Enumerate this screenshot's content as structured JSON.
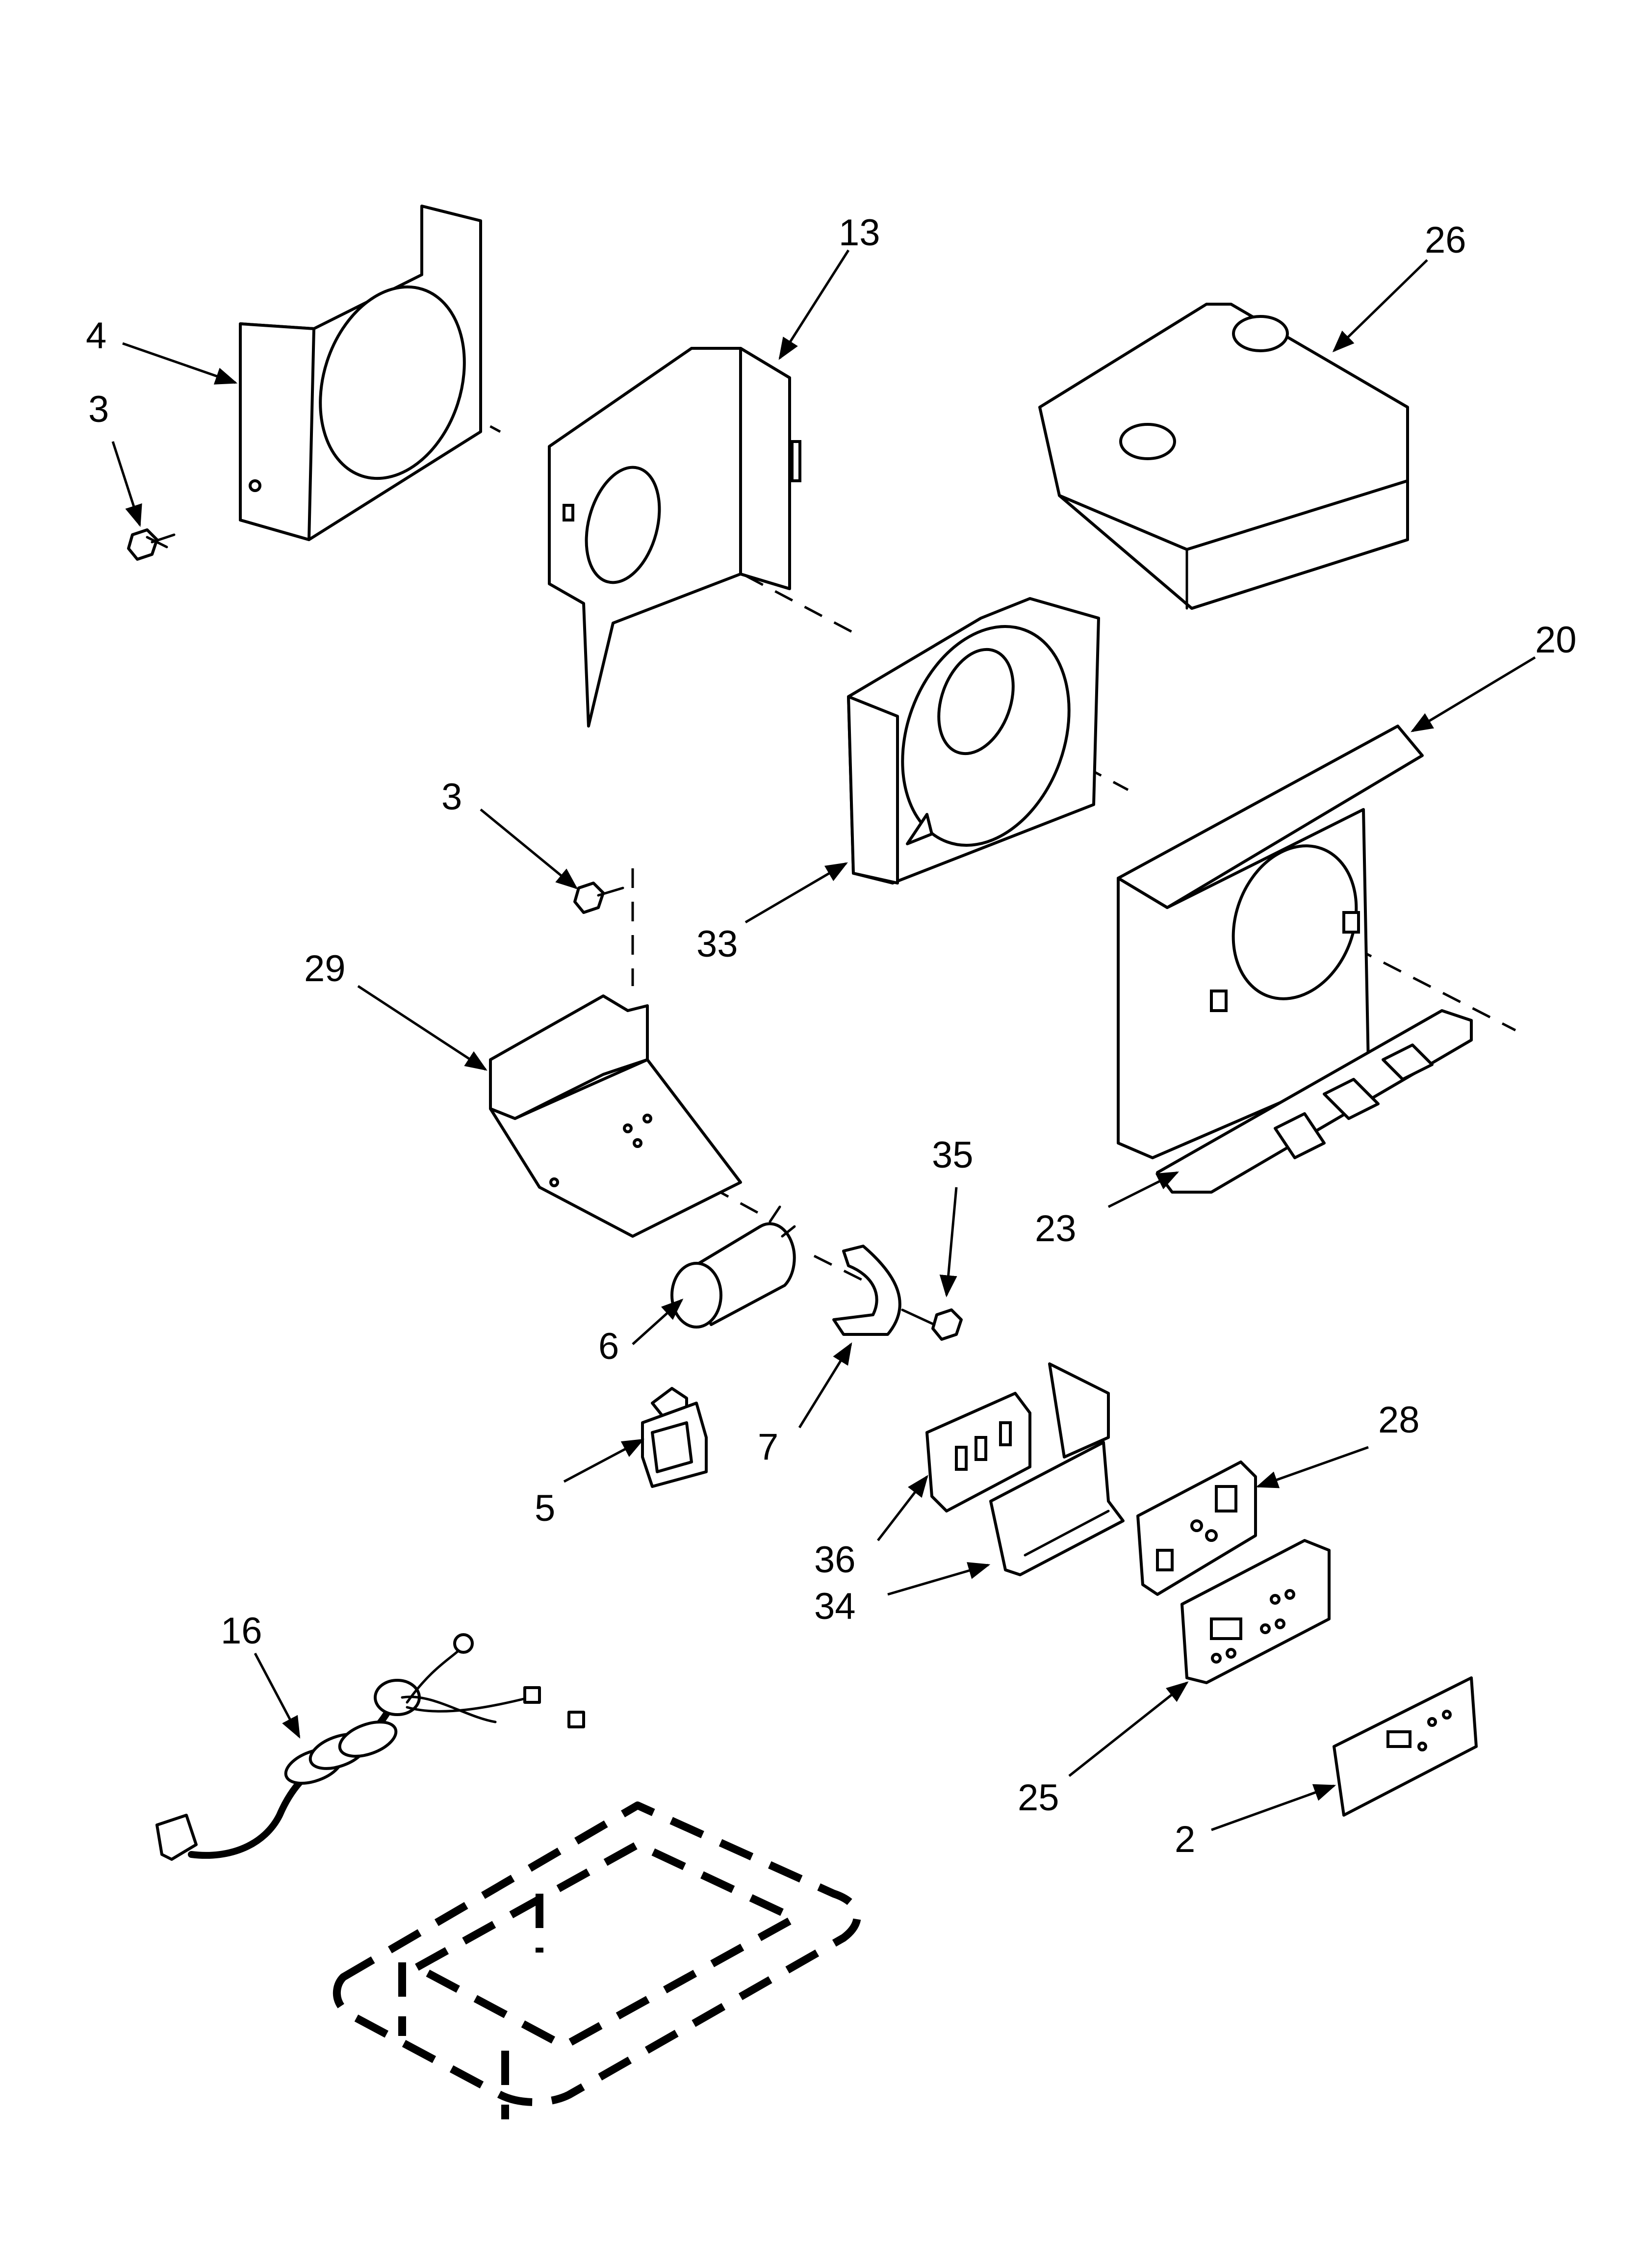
{
  "callouts": [
    {
      "id": "4",
      "label": "4"
    },
    {
      "id": "3a",
      "label": "3"
    },
    {
      "id": "13",
      "label": "13"
    },
    {
      "id": "26",
      "label": "26"
    },
    {
      "id": "20",
      "label": "20"
    },
    {
      "id": "3b",
      "label": "3"
    },
    {
      "id": "33",
      "label": "33"
    },
    {
      "id": "29",
      "label": "29"
    },
    {
      "id": "35",
      "label": "35"
    },
    {
      "id": "23",
      "label": "23"
    },
    {
      "id": "6",
      "label": "6"
    },
    {
      "id": "7",
      "label": "7"
    },
    {
      "id": "5",
      "label": "5"
    },
    {
      "id": "28",
      "label": "28"
    },
    {
      "id": "36",
      "label": "36"
    },
    {
      "id": "34",
      "label": "34"
    },
    {
      "id": "16",
      "label": "16"
    },
    {
      "id": "25",
      "label": "25"
    },
    {
      "id": "2",
      "label": "2"
    }
  ]
}
